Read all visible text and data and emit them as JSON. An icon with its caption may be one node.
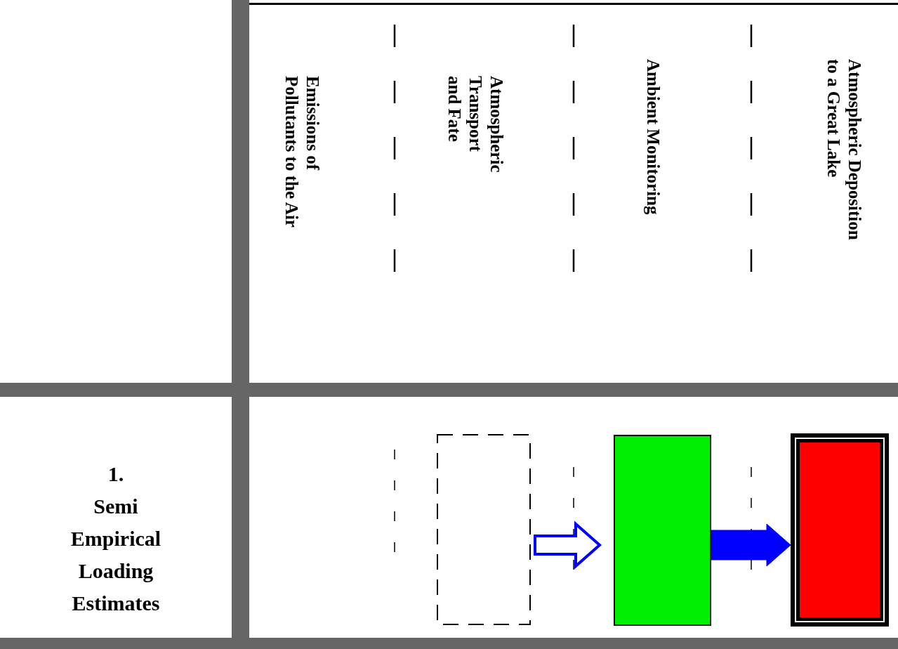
{
  "diagram": {
    "nodes": [
      {
        "text": [],
        "shape": "box"
      },
      {
        "text": [],
        "shape": "box"
      },
      {
        "text": [],
        "shape": "box"
      }
    ],
    "edges": [
      {
        "from": 0,
        "to": 1,
        "arrow": "to"
      },
      {
        "from": 1,
        "to": 2,
        "arrow": "to"
      }
    ],
    "labels": [
      "Emissions of Pollutants to the Air",
      "Atmospheric Transport and Fate",
      "Ambient Monitoring",
      "Atmospheric Deposition to a Great Lake",
      "1. Semi Empirical Loading Estimates"
    ]
  }
}
